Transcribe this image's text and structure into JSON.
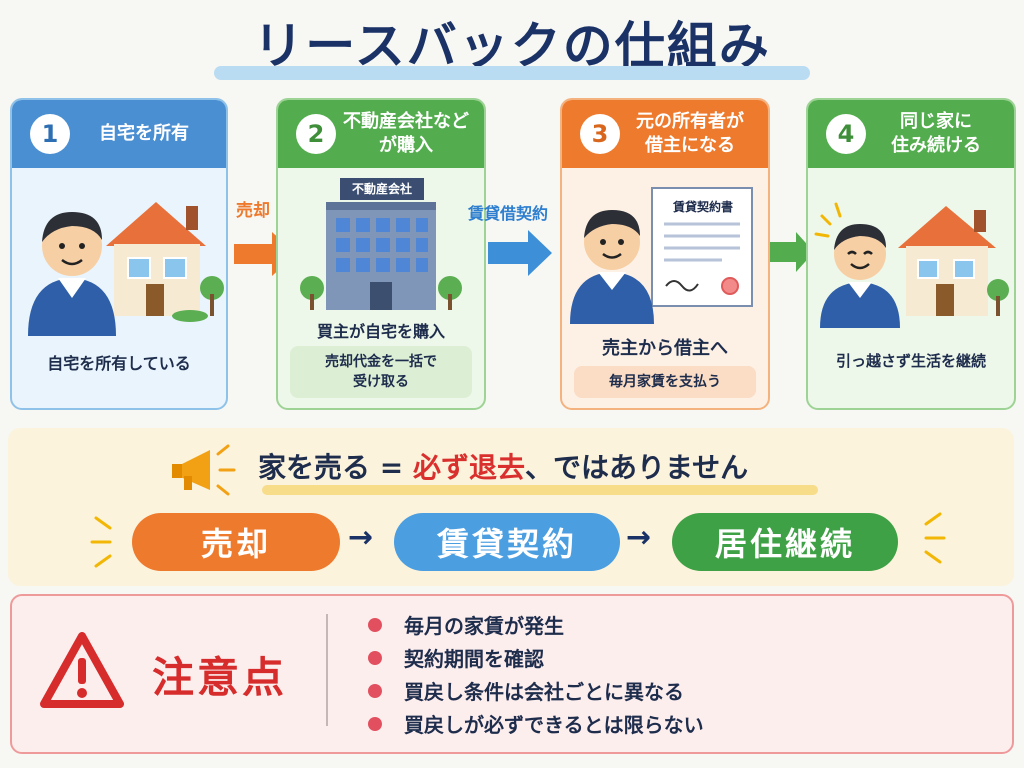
{
  "title": "リースバックの仕組み",
  "steps": [
    {
      "number": "1",
      "heading": "自宅を所有",
      "main": "自宅を所有している",
      "sub": ""
    },
    {
      "number": "2",
      "heading": "不動産会社など\nが購入",
      "building_sign": "不動産会社",
      "main": "買主が自宅を購入",
      "sub": "売却代金を一括で\n受け取る"
    },
    {
      "number": "3",
      "heading": "元の所有者が\n借主になる",
      "document_title": "賃貸契約書",
      "main": "売主から借主へ",
      "sub": "毎月家賃を支払う"
    },
    {
      "number": "4",
      "heading": "同じ家に\n住み続ける",
      "main": "引っ越さず生活を継続",
      "sub": ""
    }
  ],
  "flow_arrows": [
    {
      "label": "売却",
      "color": "#ee7a2e"
    },
    {
      "label": "賃貸借契約",
      "color": "#2e7fd0"
    },
    {
      "label": "",
      "color": "#53ad4e"
    }
  ],
  "banner": {
    "text_before": "家を売る = ",
    "text_highlight": "必ず退去",
    "text_after": "、ではありません",
    "pills": [
      "売却",
      "賃貸契約",
      "居住継続"
    ]
  },
  "caution": {
    "title": "注意点",
    "items": [
      "毎月の家賃が発生",
      "契約期間を確認",
      "買戻し条件は会社ごとに異なる",
      "買戻しが必ずできるとは限らない"
    ]
  },
  "colors": {
    "navy": "#1a3266",
    "blue": "#4b8fd3",
    "green": "#53ad4e",
    "orange": "#ee7a2e",
    "red": "#d62c2c"
  }
}
